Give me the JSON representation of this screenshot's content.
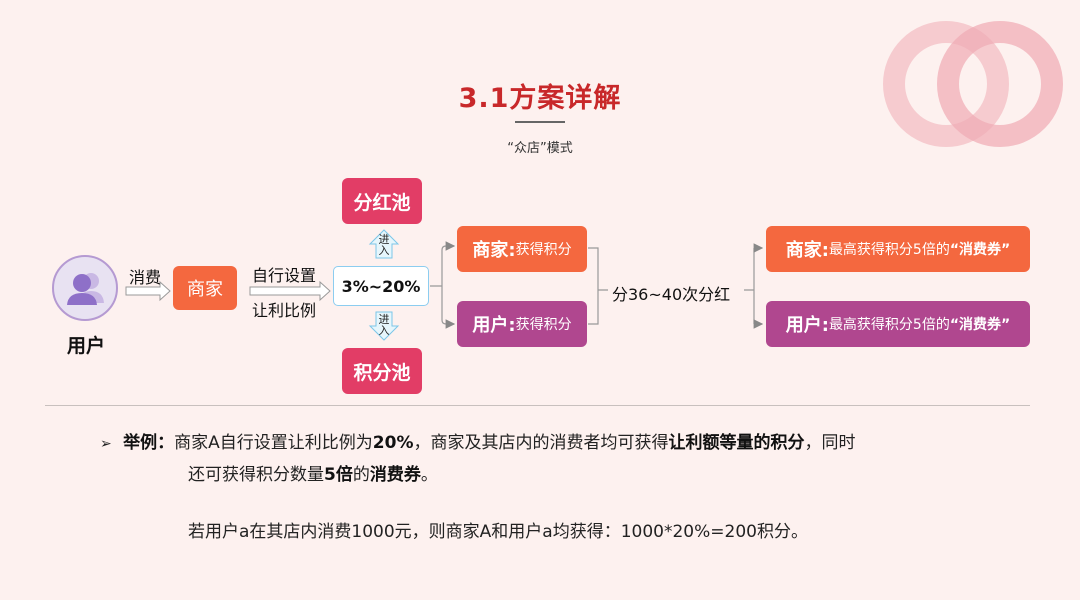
{
  "title": "3.1方案详解",
  "subtitle": "“众店”模式",
  "diagram": {
    "user_label": "用户",
    "consume_label": "消费",
    "merchant_box": "商家",
    "self_set_line1": "自行设置",
    "self_set_line2": "让利比例",
    "ratio": "3%~20%",
    "enter_top": "进入",
    "enter_bottom": "进入",
    "dividend_pool": "分红池",
    "points_pool": "积分池",
    "merchant_get_head": "商家:",
    "merchant_get_tail": "获得积分",
    "user_get_head": "用户:",
    "user_get_tail": "获得积分",
    "dividend_times": "分36~40次分红",
    "merchant_max_head": "商家:",
    "merchant_max_mid": "最高获得积分5倍的",
    "merchant_max_bold": "“消费券”",
    "user_max_head": "用户:",
    "user_max_mid": "最高获得积分5倍的",
    "user_max_bold": "“消费券”"
  },
  "example": {
    "label": "举例：",
    "p1_a": "商家A自行设置让利比例为",
    "p1_b": "20%",
    "p1_c": "，商家及其店内的消费者均可获得",
    "p1_d": "让利额等量的积分",
    "p1_e": "，同时",
    "p2_a": "还可获得积分数量",
    "p2_b": "5倍",
    "p2_c": "的",
    "p2_d": "消费券",
    "p2_e": "。",
    "p3": "若用户a在其店内消费1000元，则商家A和用户a均获得：1000*20%=200积分。"
  },
  "colors": {
    "title": "#c8282a",
    "orange": "#f4683f",
    "pink": "#e23d66",
    "purple": "#b0478f",
    "background": "#fdf1ef"
  }
}
